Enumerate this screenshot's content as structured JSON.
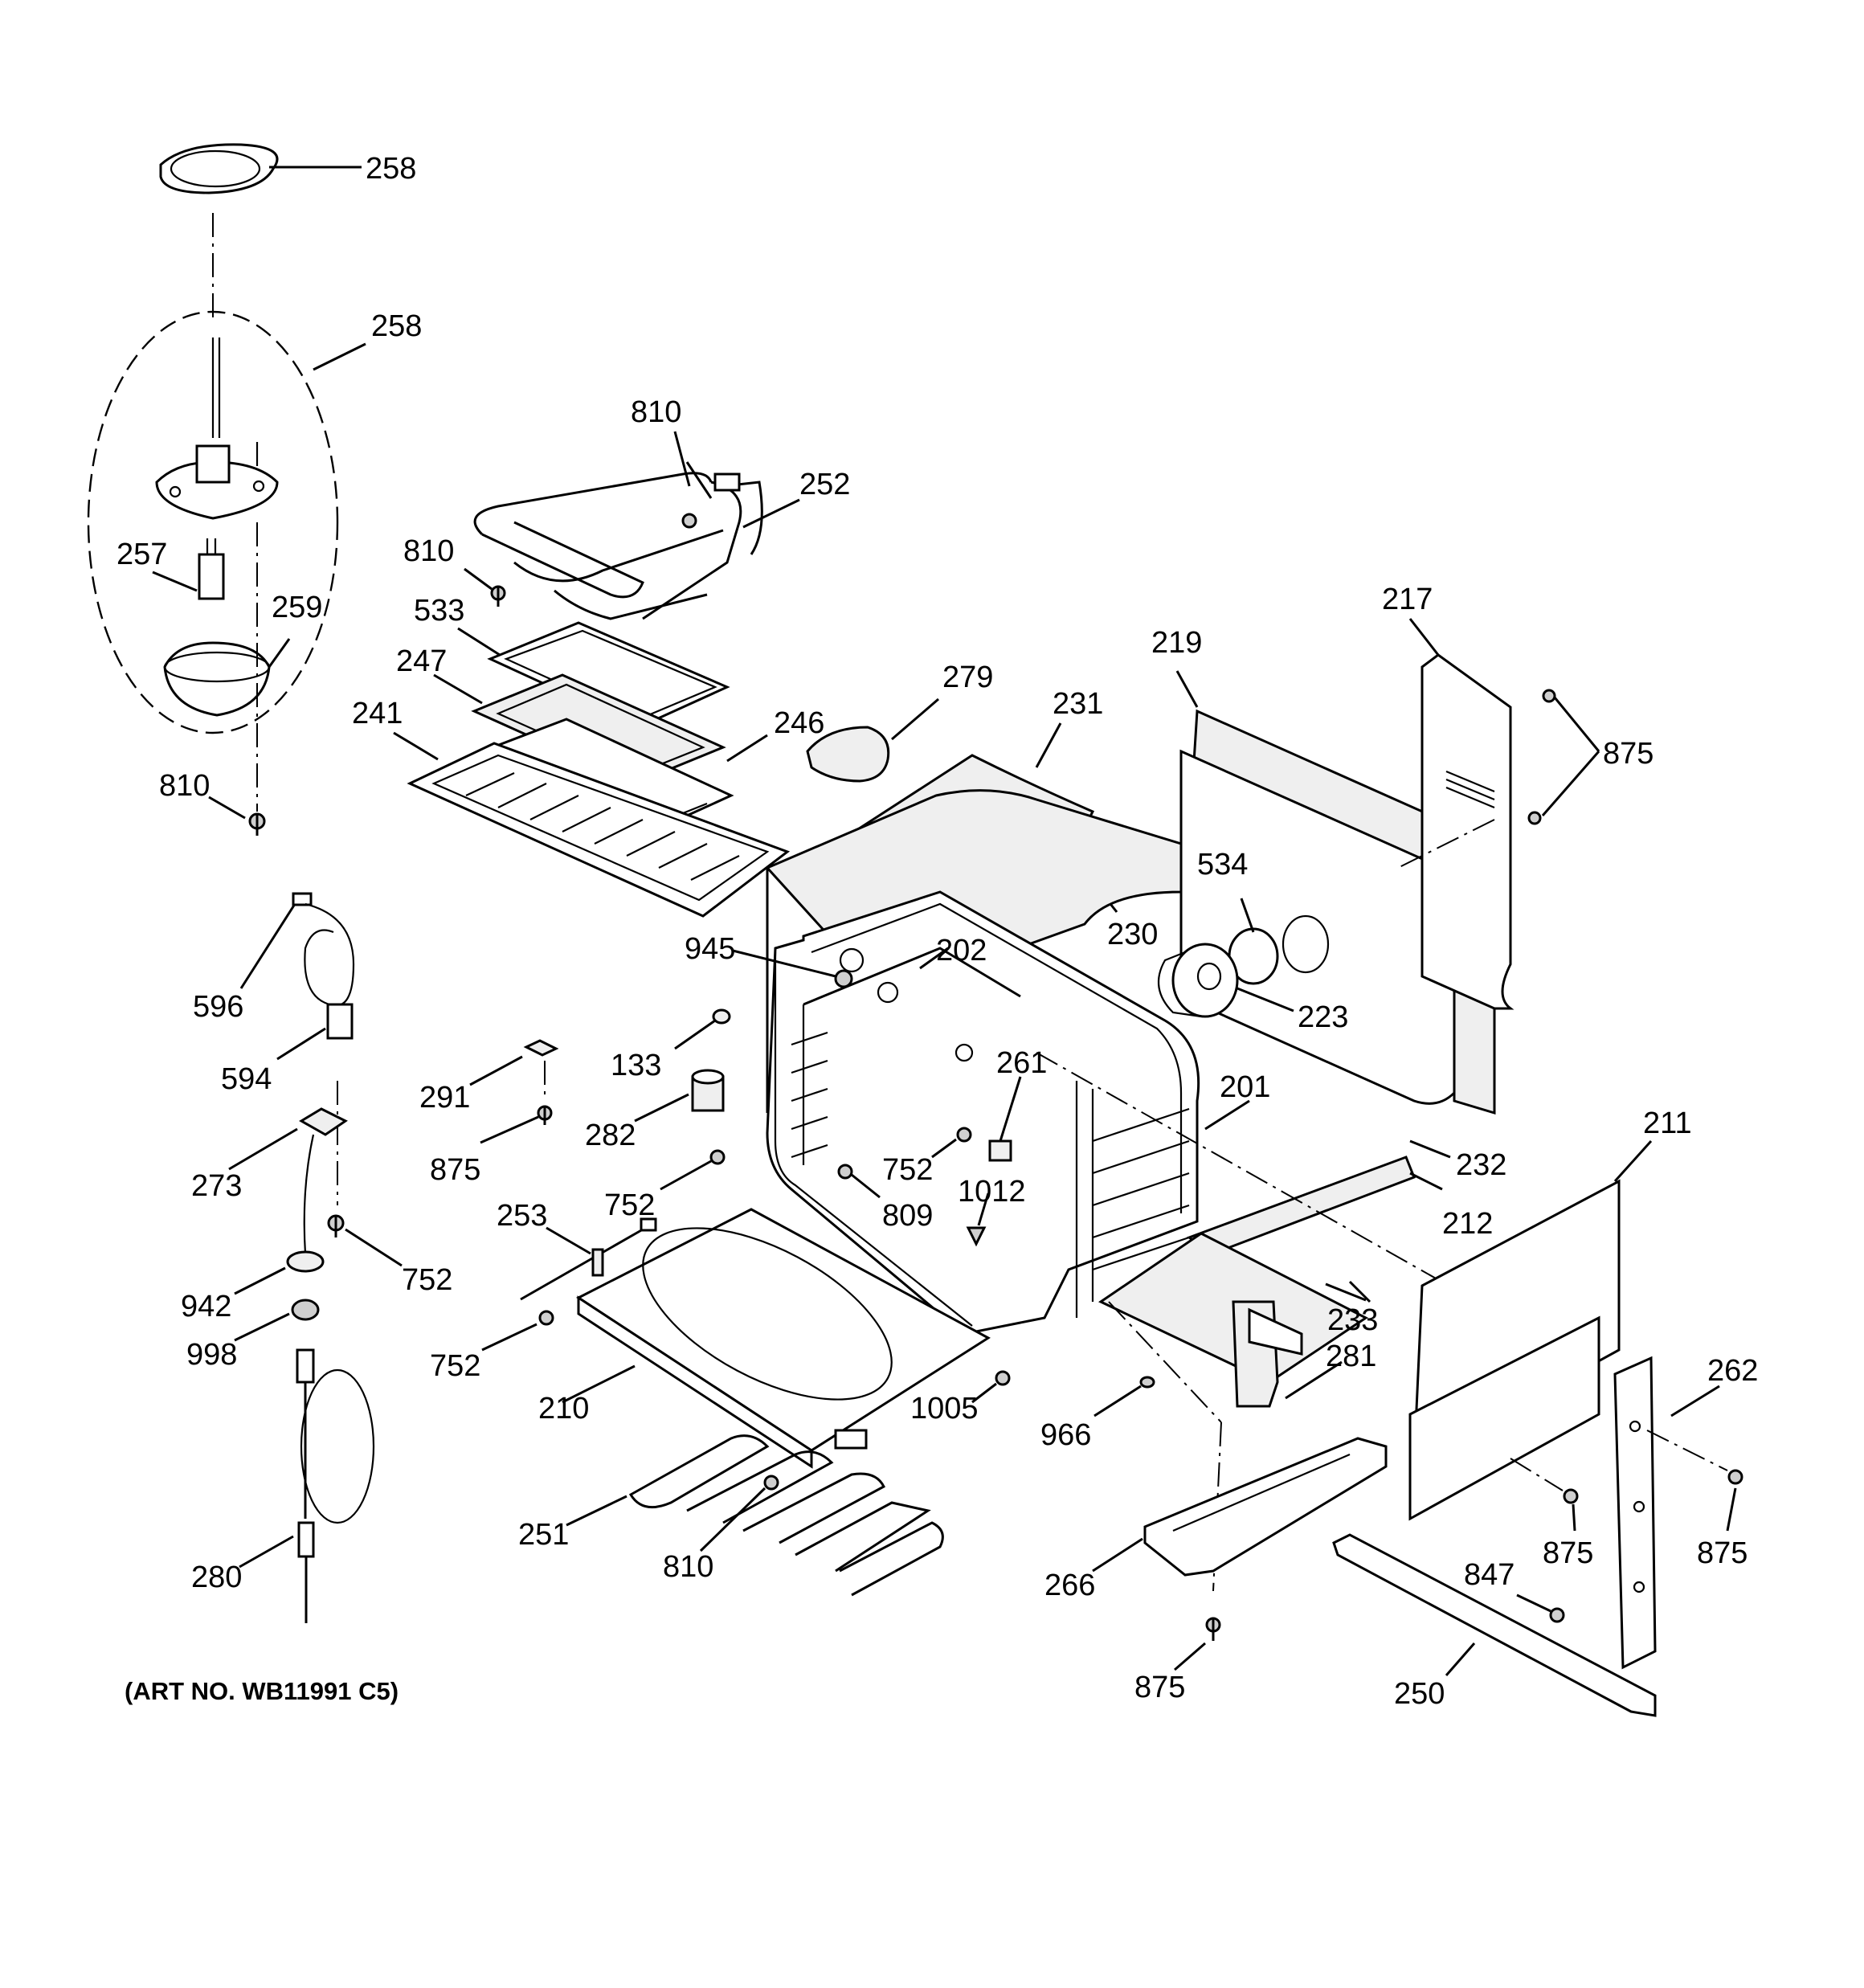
{
  "caption": "(ART NO. WB11991 C5)",
  "callouts": {
    "c258_top": "258",
    "c258_group": "258",
    "c257": "257",
    "c259": "259",
    "c810_a": "810",
    "c810_b": "810",
    "c810_c": "810",
    "c810_d": "810",
    "c252": "252",
    "c533": "533",
    "c247": "247",
    "c241": "241",
    "c246": "246",
    "c279": "279",
    "c231": "231",
    "c219": "219",
    "c217": "217",
    "c875_a": "875",
    "c534": "534",
    "c230": "230",
    "c945": "945",
    "c202": "202",
    "c223": "223",
    "c596": "596",
    "c133": "133",
    "c594": "594",
    "c261": "261",
    "c201": "201",
    "c291": "291",
    "c282": "282",
    "c232": "232",
    "c211": "211",
    "c875_b": "875",
    "c752_a": "752",
    "c273": "273",
    "c752_b": "752",
    "c809": "809",
    "c1012": "1012",
    "c212": "212",
    "c253": "253",
    "c752_c": "752",
    "c942": "942",
    "c233": "233",
    "c998": "998",
    "c752_d": "752",
    "c281": "281",
    "c262": "262",
    "c210": "210",
    "c1005": "1005",
    "c966": "966",
    "c251": "251",
    "c875_c": "875",
    "c875_d": "875",
    "c847": "847",
    "c280": "280",
    "c266": "266",
    "c875_e": "875",
    "c250": "250"
  }
}
